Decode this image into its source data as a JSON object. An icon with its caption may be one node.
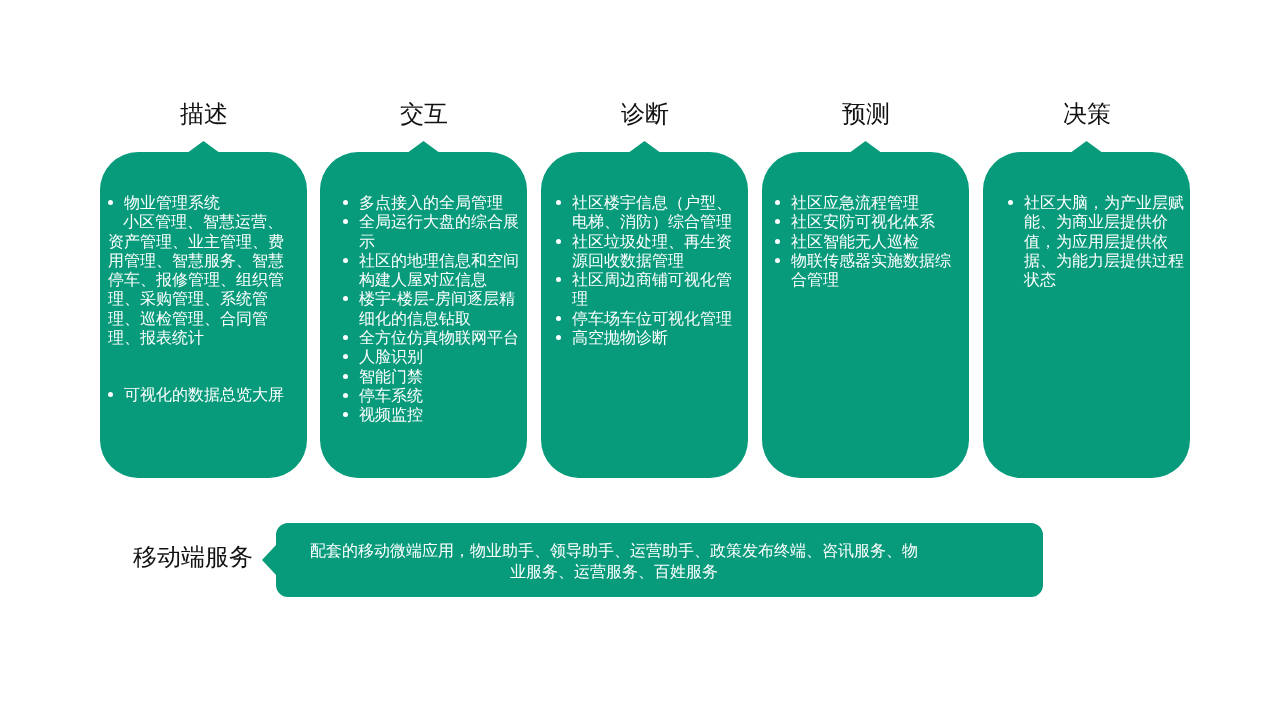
{
  "diagram": {
    "nodes": [
      {
        "text": [
          "描述",
          "物业管理系统",
          "小区管理、智慧运营、资产管理、业主管理、费用管理、智慧服务、智慧停车、报修管理、组织管理、采购管理、系统管理、巡检管理、合同管理、报表统计",
          "可视化的数据总览大屏"
        ]
      },
      {
        "text": [
          "交互",
          "多点接入的全局管理",
          "全局运行大盘的综合展示",
          "社区的地理信息和空间构建人屋对应信息",
          "楼宇-楼层-房间逐层精细化的信息钻取",
          "全方位仿真物联网平台",
          "人脸识别",
          "智能门禁",
          "停车系统",
          "视频监控"
        ]
      },
      {
        "text": [
          "诊断",
          "社区楼宇信息（户型、电梯、消防）综合管理",
          "社区垃圾处理、再生资源回收数据管理",
          "社区周边商铺可视化管理",
          "停车场车位可视化管理",
          "高空抛物诊断"
        ]
      },
      {
        "text": [
          "预测",
          "社区应急流程管理",
          "社区安防可视化体系",
          "社区智能无人巡检",
          "物联传感器实施数据综合管理"
        ]
      },
      {
        "text": [
          "决策",
          "社区大脑，为产业层赋能、为商业层提供价值，为应用层提供依据、为能力层提供过程状态"
        ]
      },
      {
        "text": [
          "移动端服务",
          "配套的移动微端应用，物业助手、领导助手、运营助手、政策发布终端、咨讯服务、物业服务、运营服务、百姓服务"
        ]
      }
    ]
  }
}
